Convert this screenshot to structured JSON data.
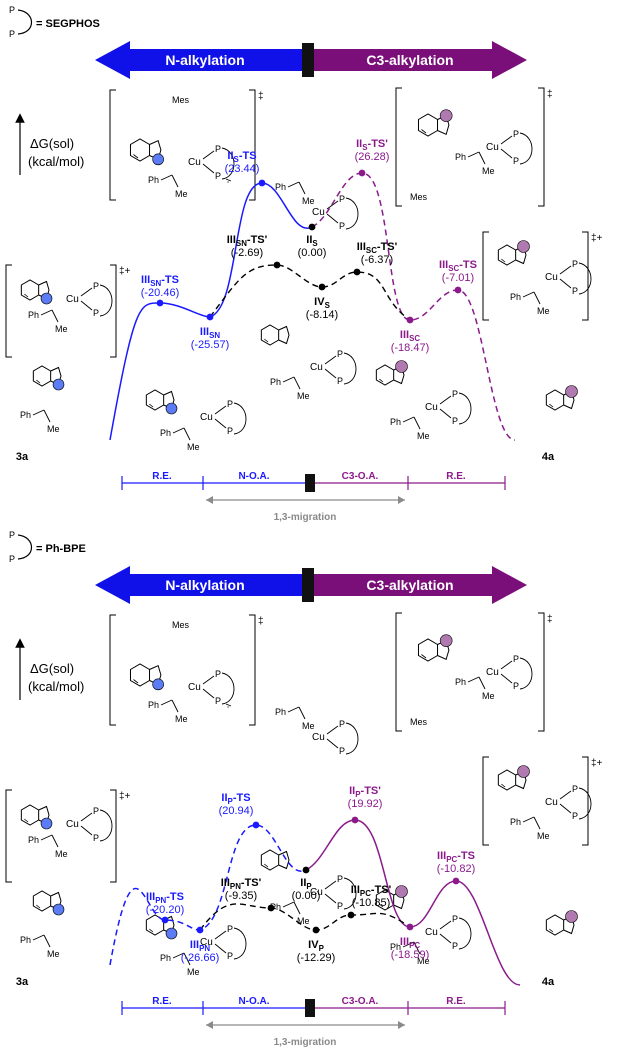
{
  "colors": {
    "n_path": "#1a1aff",
    "c_path": "#8b1a8b",
    "black": "#000000",
    "gray": "#8a8a8a",
    "arrow_blue": "#1010e8",
    "arrow_purple": "#7a0f7a"
  },
  "panels": [
    {
      "ligand": "= SEGPHOS",
      "ligand_p_top": "P",
      "ligand_p_bottom": "P",
      "n_alkylation": "N-alkylation",
      "c3_alkylation": "C3-alkylation",
      "axis_line1": "ΔG(sol)",
      "axis_line2": "(kcal/mol)",
      "states": {
        "iisn_ts": {
          "label": "III<sub>SN</sub>-TS",
          "value": "(-20.46)"
        },
        "iisn": {
          "label": "III<sub>SN</sub>",
          "value": "(-25.57)"
        },
        "iis_ts": {
          "label": "II<sub>S</sub>-TS",
          "value": "(23.44)"
        },
        "iisn_ts2": {
          "label": "III<sub>SN</sub>-TS'",
          "value": "(-2.69)"
        },
        "iis": {
          "label": "II<sub>S</sub>",
          "value": "(0.00)"
        },
        "ivs": {
          "label": "IV<sub>S</sub>",
          "value": "(-8.14)"
        },
        "iisc_ts2": {
          "label": "III<sub>SC</sub>-TS'",
          "value": "(-6.37)"
        },
        "iis_ts2": {
          "label": "II<sub>S</sub>-TS'",
          "value": "(26.28)"
        },
        "iisc": {
          "label": "III<sub>SC</sub>",
          "value": "(-18.47)"
        },
        "iisc_ts": {
          "label": "III<sub>SC</sub>-TS",
          "value": "(-7.01)"
        }
      },
      "start_label": "3a",
      "end_label": "4a",
      "seg_re1": "R.E.",
      "seg_noa": "N-O.A.",
      "seg_c3oa": "C3-O.A.",
      "seg_re2": "R.E.",
      "migration": "1,3-migration"
    },
    {
      "ligand": "= Ph-BPE",
      "ligand_p_top": "P",
      "ligand_p_bottom": "P",
      "n_alkylation": "N-alkylation",
      "c3_alkylation": "C3-alkylation",
      "axis_line1": "ΔG(sol)",
      "axis_line2": "(kcal/mol)",
      "states": {
        "iisn_ts": {
          "label": "III<sub>PN</sub>-TS",
          "value": "(-20.20)"
        },
        "iisn": {
          "label": "III<sub>PN</sub>",
          "value": "(-26.66)"
        },
        "iis_ts": {
          "label": "II<sub>P</sub>-TS",
          "value": "(20.94)"
        },
        "iisn_ts2": {
          "label": "III<sub>PN</sub>-TS'",
          "value": "(-9.35)"
        },
        "iis": {
          "label": "II<sub>P</sub>",
          "value": "(0.00)"
        },
        "ivs": {
          "label": "IV<sub>P</sub>",
          "value": "(-12.29)"
        },
        "iisc_ts2": {
          "label": "III<sub>PC</sub>-TS'",
          "value": "(-10.85)"
        },
        "iis_ts2": {
          "label": "II<sub>P</sub>-TS'",
          "value": "(19.92)"
        },
        "iisc": {
          "label": "III<sub>PC</sub>",
          "value": "(-18.59)"
        },
        "iisc_ts": {
          "label": "III<sub>PC</sub>-TS",
          "value": "(-10.82)"
        }
      },
      "start_label": "3a",
      "end_label": "4a",
      "seg_re1": "R.E.",
      "seg_noa": "N-O.A.",
      "seg_c3oa": "C3-O.A.",
      "seg_re2": "R.E.",
      "migration": "1,3-migration"
    }
  ]
}
